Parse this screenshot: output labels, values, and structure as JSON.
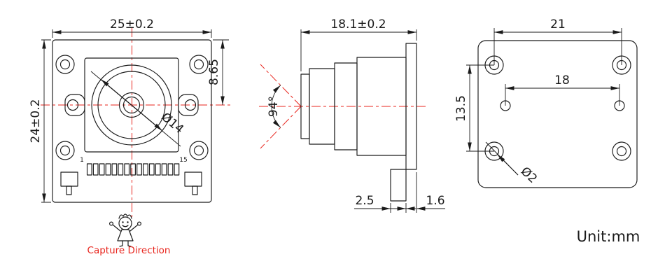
{
  "drawing": {
    "front": {
      "width": "25±0.2",
      "height": "24±0.2",
      "lens_offset": "8.65",
      "lens_diameter": "Ø14",
      "pin_first": "1",
      "pin_last": "15"
    },
    "side": {
      "depth": "18.1±0.2",
      "fov": "94°",
      "connector_thickness": "2.5",
      "pcb_thickness": "1.6"
    },
    "back": {
      "hole_pitch_h": "21",
      "inner_pitch": "18",
      "hole_pitch_v": "13.5",
      "hole_diameter": "Ø2"
    },
    "caption": "Capture Direction",
    "unit": "Unit:mm"
  },
  "colors": {
    "line": "#1a1a1a",
    "text": "#1a1a1a",
    "centerline": "#e8251d",
    "caption": "#e8251d"
  }
}
